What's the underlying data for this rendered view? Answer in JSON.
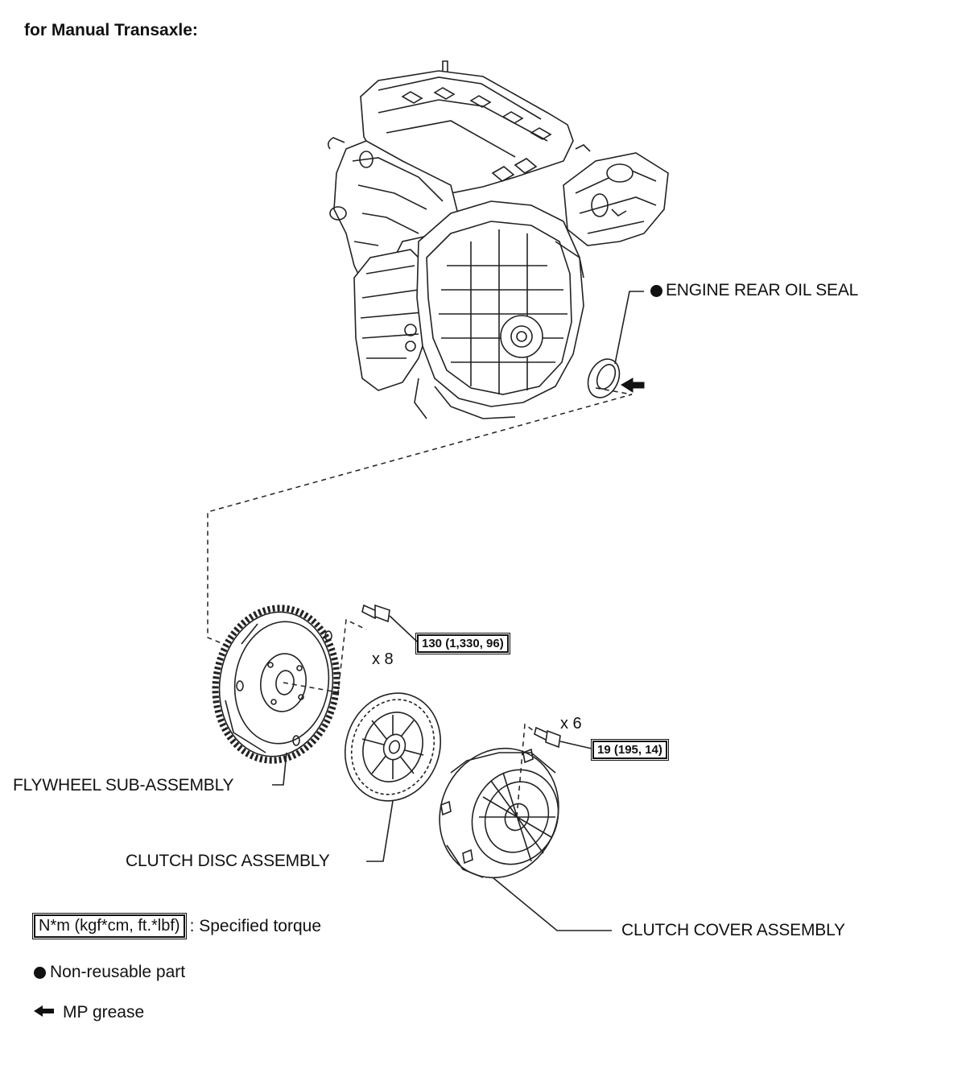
{
  "header": {
    "title": "for Manual Transaxle:"
  },
  "parts": {
    "engine_rear_oil_seal": "ENGINE REAR OIL SEAL",
    "flywheel": "FLYWHEEL SUB-ASSEMBLY",
    "clutch_disc": "CLUTCH DISC ASSEMBLY",
    "clutch_cover": "CLUTCH COVER ASSEMBLY"
  },
  "torques": {
    "flywheel_bolt": {
      "spec": "130 (1,330, 96)",
      "qty": "x 8"
    },
    "clutch_cover_bolt": {
      "spec": "19 (195, 14)",
      "qty": "x 6"
    }
  },
  "legend": {
    "torque_box": "N*m (kgf*cm, ft.*lbf)",
    "torque_text": ": Specified torque",
    "non_reusable": "Non-reusable part",
    "grease": "MP grease"
  },
  "icons": {
    "non_reusable": "filled-circle-icon",
    "grease": "left-arrow-icon"
  }
}
